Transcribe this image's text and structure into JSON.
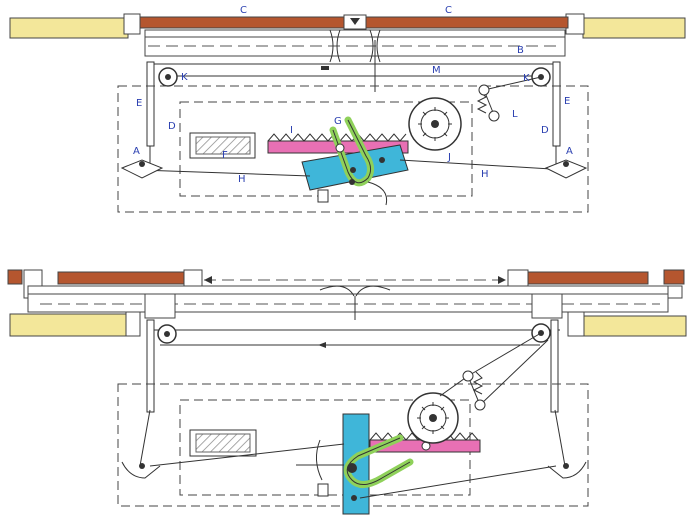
{
  "labels": {
    "A": "A",
    "B": "B",
    "C": "C",
    "D": "D",
    "E": "E",
    "F": "F",
    "G": "G",
    "H": "H",
    "I": "I",
    "J": "J",
    "K": "K",
    "L": "L",
    "M": "M"
  },
  "colors": {
    "door_panel": "#b5562f",
    "wall": "#f3e79a",
    "rack": "#e870b4",
    "slider": "#3fb6d9",
    "yoke": "#8fd15a",
    "label_ink": "#2a3fb0",
    "line": "#333333"
  }
}
